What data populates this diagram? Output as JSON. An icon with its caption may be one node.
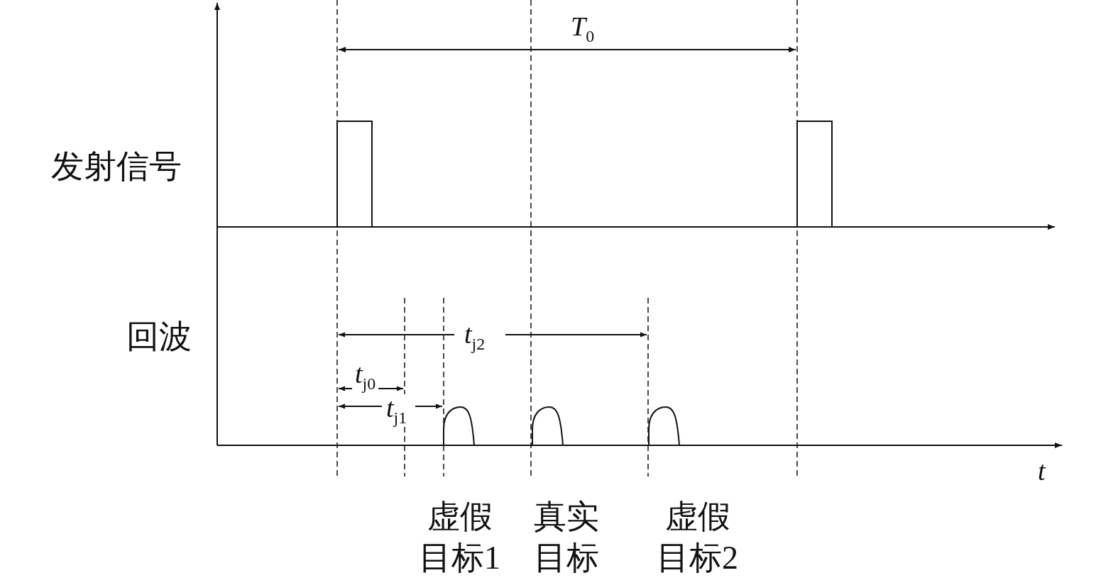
{
  "diagram": {
    "labels": [
      "*T*$_{0}$",
      "发射信号",
      "回波",
      "*t*$_{j2}$",
      "*t*$_{j0}$",
      "*t*$_{j1}$",
      "t",
      "虚假目标1",
      "真实目标",
      "虚假目标2"
    ]
  }
}
